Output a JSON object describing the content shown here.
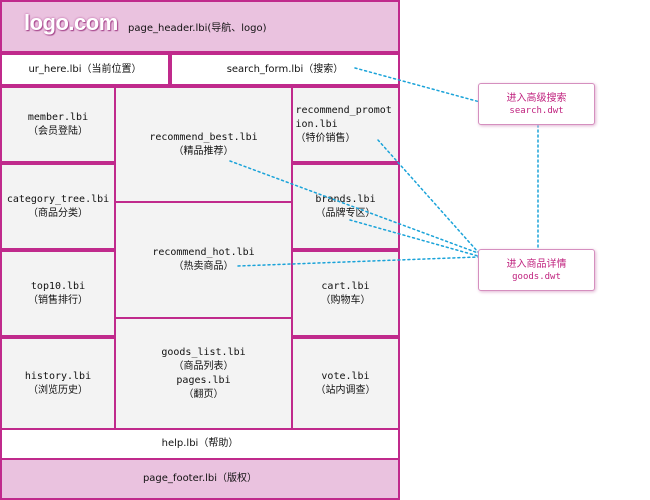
{
  "header": {
    "logo": "logo.com",
    "label": "page_header.lbi(导航、logo)"
  },
  "ur_here": "ur_here.lbi（当前位置）",
  "search_form": "search_form.lbi（搜索）",
  "member": {
    "name": "member.lbi",
    "desc": "（会员登陆）"
  },
  "category_tree": {
    "name": "category_tree.lbi",
    "desc": "（商品分类）"
  },
  "top10": {
    "name": "top10.lbi",
    "desc": "（销售排行）"
  },
  "history": {
    "name": "history.lbi",
    "desc": "（浏览历史）"
  },
  "recommend_best": {
    "name": "recommend_best.lbi",
    "desc": "（精品推荐）"
  },
  "recommend_hot": {
    "name": "recommend_hot.lbi",
    "desc": "（热卖商品）"
  },
  "goods_list": {
    "name": "goods_list.lbi",
    "desc": "（商品列表）",
    "name2": "pages.lbi",
    "desc2": "（翻页）"
  },
  "recommend_promotion": {
    "name": "recommend_promotion.lbi",
    "desc": "（特价销售）"
  },
  "brands": {
    "name": "brands.lbi",
    "desc": "（品牌专区）"
  },
  "cart": {
    "name": "cart.lbi",
    "desc": "（购物车）"
  },
  "vote": {
    "name": "vote.lbi",
    "desc": "（站内调查）"
  },
  "help": "help.lbi（帮助）",
  "footer": "page_footer.lbi（版权）",
  "callouts": {
    "search": {
      "title": "进入高级搜索",
      "file": "search.dwt"
    },
    "goods": {
      "title": "进入商品详情",
      "file": "goods.dwt"
    }
  },
  "colors": {
    "border": "#c02a8c",
    "header_bg": "#eac2df",
    "cell_bg": "#f3f3f3",
    "link": "#1aa3d9"
  }
}
